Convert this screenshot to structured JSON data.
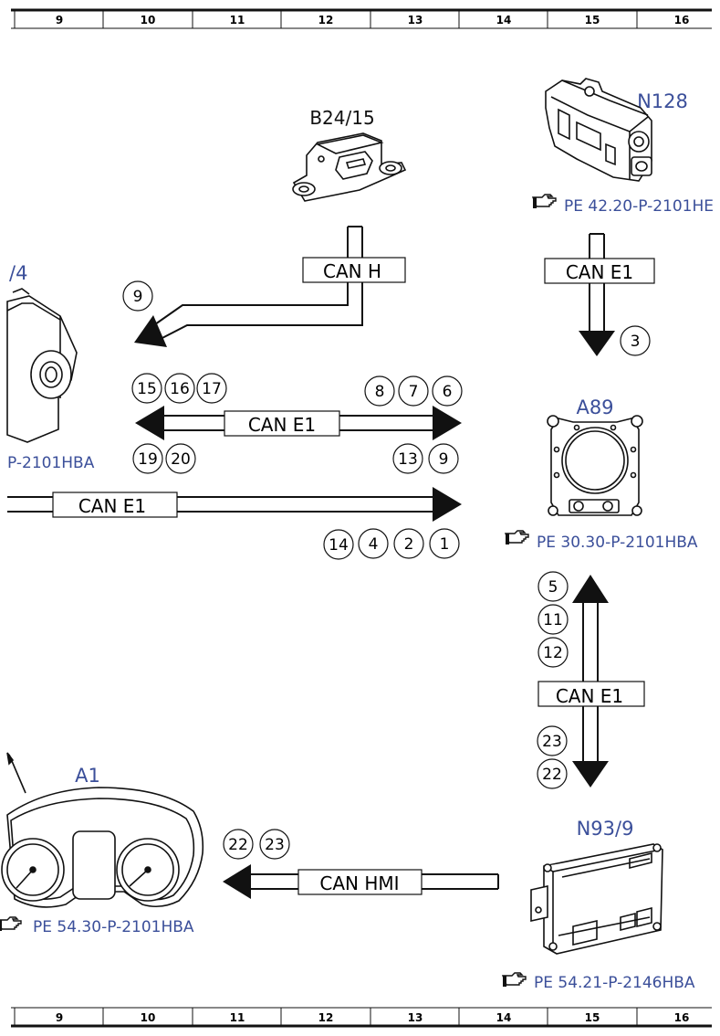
{
  "grid": {
    "numbers": [
      "9",
      "10",
      "11",
      "12",
      "13",
      "14",
      "15",
      "16"
    ]
  },
  "components": {
    "b24_15": "B24/15",
    "n128": "N128",
    "a89": "A89",
    "a1": "A1",
    "n93_9": "N93/9",
    "left_partial": "/4"
  },
  "references": {
    "n128": "PE 42.20-P-2101HE",
    "a89": "PE 30.30-P-2101HBA",
    "a1": "PE 54.30-P-2101HBA",
    "n93_9": "PE 54.21-P-2146HBA",
    "left_partial": "P-2101HBA"
  },
  "buses": {
    "can_h": "CAN H",
    "can_e1_n128": "CAN E1",
    "can_e1_upper": "CAN E1",
    "can_e1_lower": "CAN E1",
    "can_e1_vertical": "CAN E1",
    "can_hmi": "CAN HMI"
  },
  "markers": {
    "can_h": [
      "9"
    ],
    "n128_down": [
      "3"
    ],
    "upper_left_top": [
      "15",
      "16",
      "17"
    ],
    "upper_left_bottom": [
      "19",
      "20"
    ],
    "upper_right_top": [
      "8",
      "7",
      "6"
    ],
    "upper_right_bottom": [
      "13",
      "9"
    ],
    "lower_right": [
      "14",
      "4",
      "2",
      "1"
    ],
    "vertical_up": [
      "5",
      "11",
      "12"
    ],
    "vertical_down": [
      "23",
      "22"
    ],
    "hmi": [
      "22",
      "23"
    ]
  },
  "icons": {
    "reference": "pointing-hand-icon"
  }
}
